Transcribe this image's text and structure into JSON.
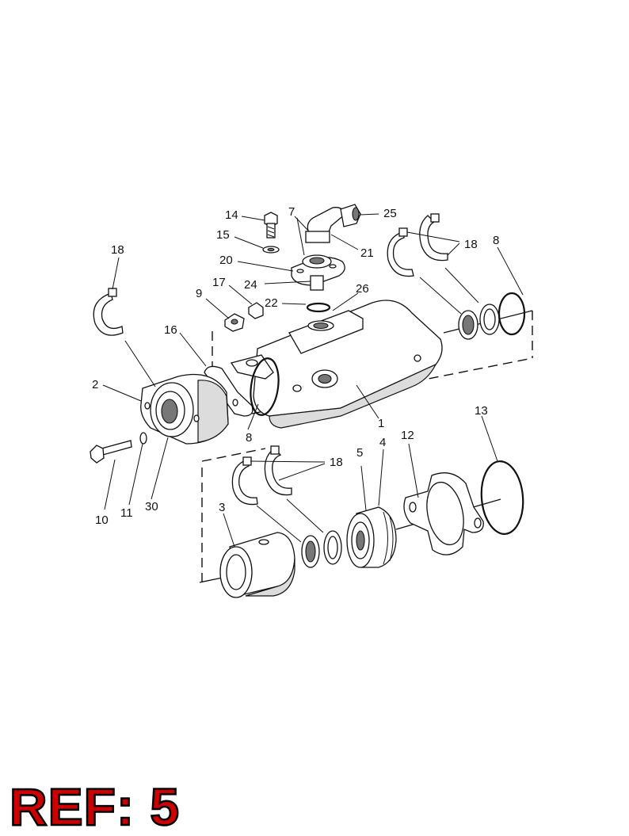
{
  "callouts": [
    {
      "id": "c14",
      "text": "14"
    },
    {
      "id": "c7",
      "text": "7"
    },
    {
      "id": "c25",
      "text": "25"
    },
    {
      "id": "c15",
      "text": "15"
    },
    {
      "id": "c21",
      "text": "21"
    },
    {
      "id": "c20",
      "text": "20"
    },
    {
      "id": "c24",
      "text": "24"
    },
    {
      "id": "c18a",
      "text": "18"
    },
    {
      "id": "c18b",
      "text": "18"
    },
    {
      "id": "c18c",
      "text": "18"
    },
    {
      "id": "c8a",
      "text": "8"
    },
    {
      "id": "c8b",
      "text": "8"
    },
    {
      "id": "c17",
      "text": "17"
    },
    {
      "id": "c9",
      "text": "9"
    },
    {
      "id": "c22",
      "text": "22"
    },
    {
      "id": "c26",
      "text": "26"
    },
    {
      "id": "c16",
      "text": "16"
    },
    {
      "id": "c2",
      "text": "2"
    },
    {
      "id": "c1",
      "text": "1"
    },
    {
      "id": "c13",
      "text": "13"
    },
    {
      "id": "c12",
      "text": "12"
    },
    {
      "id": "c5",
      "text": "5"
    },
    {
      "id": "c4",
      "text": "4"
    },
    {
      "id": "c3",
      "text": "3"
    },
    {
      "id": "c10",
      "text": "10"
    },
    {
      "id": "c11",
      "text": "11"
    },
    {
      "id": "c30",
      "text": "30"
    }
  ],
  "reference": {
    "label": "REF: 5"
  }
}
